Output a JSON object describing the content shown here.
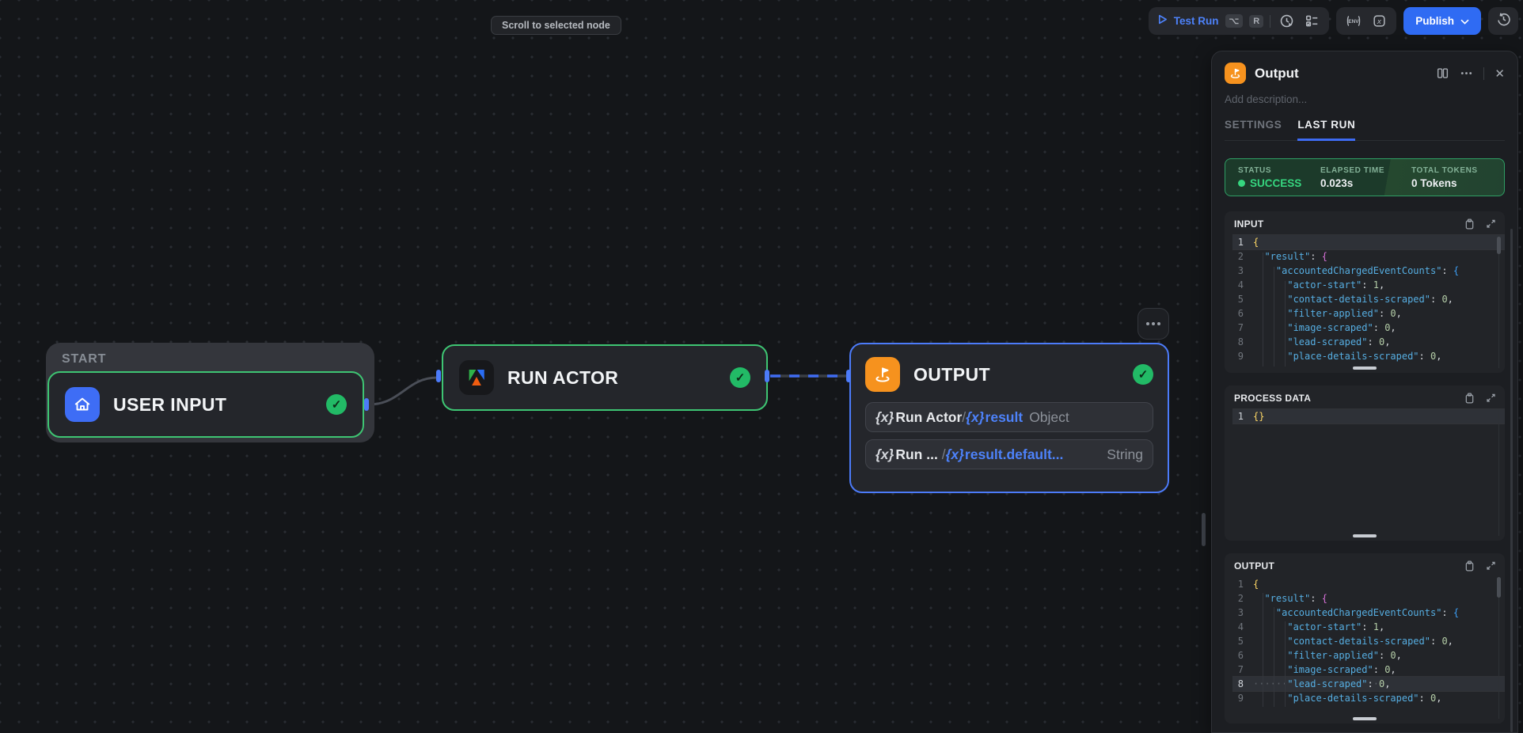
{
  "tooltip": "Scroll to selected node",
  "toolbar": {
    "test_run_label": "Test Run",
    "kbd_option": "⌥",
    "kbd_r": "R",
    "env_label": "ENV",
    "publish_label": "Publish",
    "icons": [
      "play-icon",
      "schedule-run-icon",
      "run-options-icon",
      "env-variables-icon",
      "variables-icon",
      "chevron-down-icon",
      "history-icon"
    ]
  },
  "canvas": {
    "group_label": "START",
    "nodes": {
      "user_input": {
        "title": "USER INPUT",
        "icon": "home-icon",
        "status_icon": "check-icon"
      },
      "run_actor": {
        "title": "RUN ACTOR",
        "icon": "apify-logo-icon",
        "status_icon": "check-icon"
      },
      "output": {
        "title": "OUTPUT",
        "icon": "flag-icon",
        "status_icon": "check-icon",
        "rows": [
          {
            "tokens": [
              {
                "c": "x",
                "t": "{x}"
              },
              {
                "c": "name",
                "t": "Run Actor"
              },
              {
                "c": "slash",
                "t": "/"
              },
              {
                "c": "xb",
                "t": "{x}"
              },
              {
                "c": "ref",
                "t": "result"
              },
              {
                "c": "type",
                "t": "Object"
              }
            ]
          },
          {
            "tokens": [
              {
                "c": "x",
                "t": "{x}"
              },
              {
                "c": "name",
                "t": "Run ..."
              },
              {
                "c": "slash",
                "t": " /"
              },
              {
                "c": "xb",
                "t": "{x}"
              },
              {
                "c": "ref",
                "t": "result.default..."
              },
              {
                "c": "typeR",
                "t": "String"
              }
            ]
          }
        ]
      }
    }
  },
  "panel": {
    "title": "Output",
    "description_placeholder": "Add description...",
    "tabs": [
      {
        "label": "SETTINGS"
      },
      {
        "label": "LAST RUN"
      }
    ],
    "status": {
      "status_label": "STATUS",
      "status_value": "SUCCESS",
      "elapsed_label": "ELAPSED TIME",
      "elapsed_value": "0.023s",
      "tokens_label": "TOTAL TOKENS",
      "tokens_value": "0 Tokens",
      "success_color": "#36d67f",
      "border_color": "#2f9e64"
    },
    "accent_color": "#3e6bf2"
  },
  "code_sections": {
    "input": {
      "label": "INPUT",
      "active_line": 1,
      "lines": [
        [
          {
            "c": "b1",
            "t": "{"
          }
        ],
        [
          {
            "c": "sp",
            "t": "  "
          },
          {
            "c": "key",
            "t": "\"result\""
          },
          {
            "c": "punc",
            "t": ": "
          },
          {
            "c": "b2",
            "t": "{"
          }
        ],
        [
          {
            "c": "sp",
            "t": "    "
          },
          {
            "c": "key",
            "t": "\"accountedChargedEventCounts\""
          },
          {
            "c": "punc",
            "t": ": "
          },
          {
            "c": "b3",
            "t": "{"
          }
        ],
        [
          {
            "c": "sp",
            "t": "      "
          },
          {
            "c": "key",
            "t": "\"actor-start\""
          },
          {
            "c": "punc",
            "t": ": "
          },
          {
            "c": "num",
            "t": "1"
          },
          {
            "c": "punc",
            "t": ","
          }
        ],
        [
          {
            "c": "sp",
            "t": "      "
          },
          {
            "c": "key",
            "t": "\"contact-details-scraped\""
          },
          {
            "c": "punc",
            "t": ": "
          },
          {
            "c": "num",
            "t": "0"
          },
          {
            "c": "punc",
            "t": ","
          }
        ],
        [
          {
            "c": "sp",
            "t": "      "
          },
          {
            "c": "key",
            "t": "\"filter-applied\""
          },
          {
            "c": "punc",
            "t": ": "
          },
          {
            "c": "num",
            "t": "0"
          },
          {
            "c": "punc",
            "t": ","
          }
        ],
        [
          {
            "c": "sp",
            "t": "      "
          },
          {
            "c": "key",
            "t": "\"image-scraped\""
          },
          {
            "c": "punc",
            "t": ": "
          },
          {
            "c": "num",
            "t": "0"
          },
          {
            "c": "punc",
            "t": ","
          }
        ],
        [
          {
            "c": "sp",
            "t": "      "
          },
          {
            "c": "key",
            "t": "\"lead-scraped\""
          },
          {
            "c": "punc",
            "t": ": "
          },
          {
            "c": "num",
            "t": "0"
          },
          {
            "c": "punc",
            "t": ","
          }
        ],
        [
          {
            "c": "sp",
            "t": "      "
          },
          {
            "c": "key",
            "t": "\"place-details-scraped\""
          },
          {
            "c": "punc",
            "t": ": "
          },
          {
            "c": "num",
            "t": "0"
          },
          {
            "c": "punc",
            "t": ","
          }
        ]
      ]
    },
    "process": {
      "label": "PROCESS DATA",
      "active_line": 1,
      "lines": [
        [
          {
            "c": "b1",
            "t": "{}"
          }
        ]
      ]
    },
    "output": {
      "label": "OUTPUT",
      "active_line": 8,
      "lines": [
        [
          {
            "c": "b1",
            "t": "{"
          }
        ],
        [
          {
            "c": "sp",
            "t": "  "
          },
          {
            "c": "key",
            "t": "\"result\""
          },
          {
            "c": "punc",
            "t": ": "
          },
          {
            "c": "b2",
            "t": "{"
          }
        ],
        [
          {
            "c": "sp",
            "t": "    "
          },
          {
            "c": "key",
            "t": "\"accountedChargedEventCounts\""
          },
          {
            "c": "punc",
            "t": ": "
          },
          {
            "c": "b3",
            "t": "{"
          }
        ],
        [
          {
            "c": "sp",
            "t": "      "
          },
          {
            "c": "key",
            "t": "\"actor-start\""
          },
          {
            "c": "punc",
            "t": ": "
          },
          {
            "c": "num",
            "t": "1"
          },
          {
            "c": "punc",
            "t": ","
          }
        ],
        [
          {
            "c": "sp",
            "t": "      "
          },
          {
            "c": "key",
            "t": "\"contact-details-scraped\""
          },
          {
            "c": "punc",
            "t": ": "
          },
          {
            "c": "num",
            "t": "0"
          },
          {
            "c": "punc",
            "t": ","
          }
        ],
        [
          {
            "c": "sp",
            "t": "      "
          },
          {
            "c": "key",
            "t": "\"filter-applied\""
          },
          {
            "c": "punc",
            "t": ": "
          },
          {
            "c": "num",
            "t": "0"
          },
          {
            "c": "punc",
            "t": ","
          }
        ],
        [
          {
            "c": "sp",
            "t": "      "
          },
          {
            "c": "key",
            "t": "\"image-scraped\""
          },
          {
            "c": "punc",
            "t": ": "
          },
          {
            "c": "num",
            "t": "0"
          },
          {
            "c": "punc",
            "t": ","
          }
        ],
        [
          {
            "c": "ws",
            "t": "······"
          },
          {
            "c": "key",
            "t": "\"lead-scraped\""
          },
          {
            "c": "punc",
            "t": ":"
          },
          {
            "c": "ws",
            "t": "·"
          },
          {
            "c": "num",
            "t": "0"
          },
          {
            "c": "punc",
            "t": ","
          }
        ],
        [
          {
            "c": "sp",
            "t": "      "
          },
          {
            "c": "key",
            "t": "\"place-details-scraped\""
          },
          {
            "c": "punc",
            "t": ": "
          },
          {
            "c": "num",
            "t": "0"
          },
          {
            "c": "punc",
            "t": ","
          }
        ]
      ]
    }
  }
}
